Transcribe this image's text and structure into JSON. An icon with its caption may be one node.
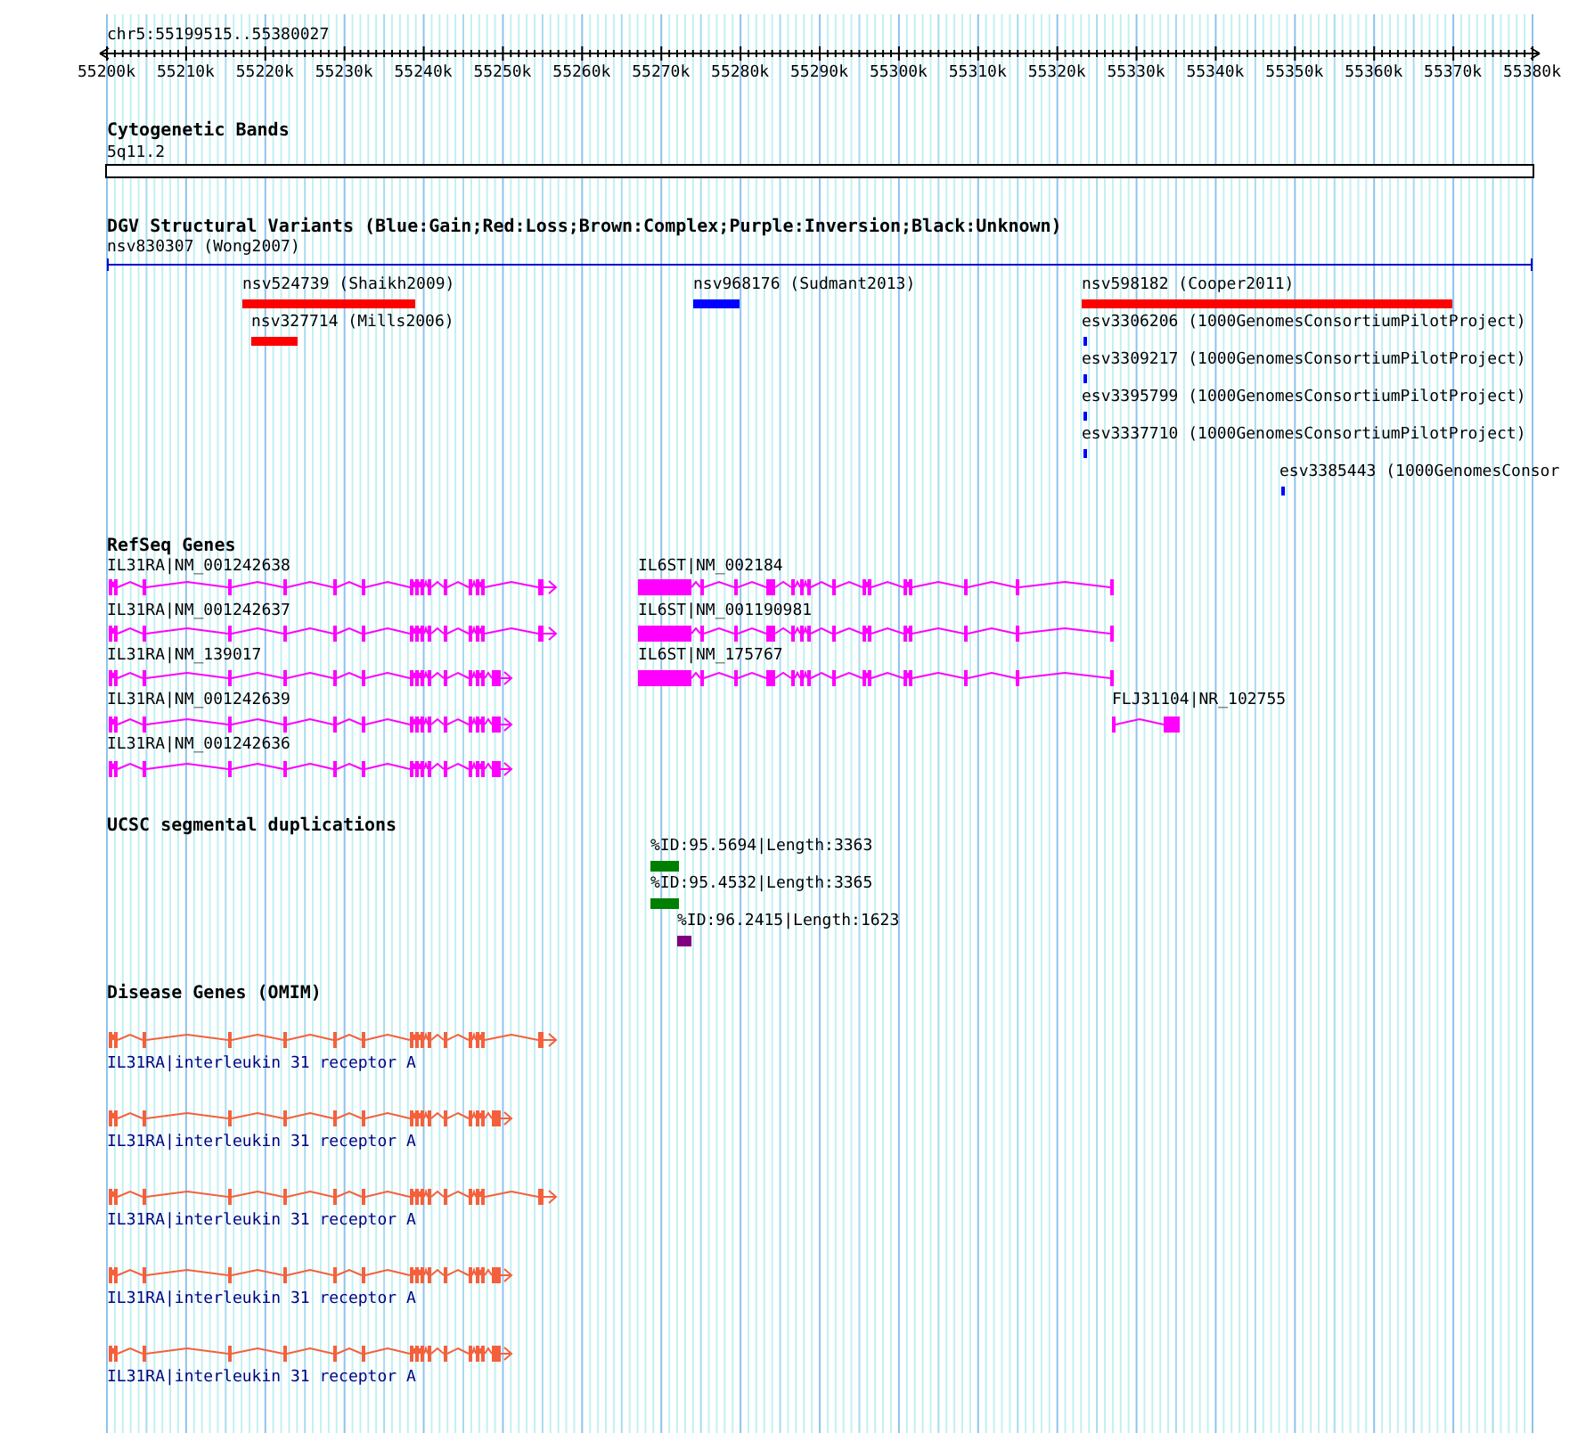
{
  "diagram": {
    "nodes": [
      {
        "text": [
          "nsv830307 (Wong2007)"
        ]
      },
      {
        "text": [
          "nsv524739 (Shaikh2009)"
        ]
      },
      {
        "text": [
          "nsv968176 (Sudmant2013)"
        ]
      },
      {
        "text": [
          "nsv598182 (Cooper2011)"
        ]
      },
      {
        "text": [
          "nsv327714 (Mills2006)"
        ]
      },
      {
        "text": [
          "esv3306206 (1000GenomesConsortiumPilotProject)"
        ]
      },
      {
        "text": [
          "esv3309217 (1000GenomesConsortiumPilotProject)"
        ]
      },
      {
        "text": [
          "esv3395799 (1000GenomesConsortiumPilotProject)"
        ]
      },
      {
        "text": [
          "esv3337710 (1000GenomesConsortiumPilotProject)"
        ]
      },
      {
        "text": [
          "esv3385443 (1000GenomesConsor"
        ]
      },
      {
        "text": [
          "IL31RA|NM_001242638"
        ]
      },
      {
        "text": [
          "IL6ST|NM_002184"
        ]
      },
      {
        "text": [
          "IL31RA|NM_001242637"
        ]
      },
      {
        "text": [
          "IL6ST|NM_001190981"
        ]
      },
      {
        "text": [
          "IL31RA|NM_139017"
        ]
      },
      {
        "text": [
          "IL6ST|NM_175767"
        ]
      },
      {
        "text": [
          "IL31RA|NM_001242639"
        ]
      },
      {
        "text": [
          "FLJ31104|NR_102755"
        ]
      },
      {
        "text": [
          "IL31RA|NM_001242636"
        ]
      },
      {
        "text": [
          "%ID:95.5694|Length:3363"
        ]
      },
      {
        "text": [
          "%ID:95.4532|Length:3365"
        ]
      },
      {
        "text": [
          "%ID:96.2415|Length:1623"
        ]
      },
      {
        "text": [
          "IL31RA|interleukin 31 receptor A"
        ]
      },
      {
        "text": [
          "IL31RA|interleukin 31 receptor A"
        ]
      },
      {
        "text": [
          "IL31RA|interleukin 31 receptor A"
        ]
      },
      {
        "text": [
          "IL31RA|interleukin 31 receptor A"
        ]
      },
      {
        "text": [
          "IL31RA|interleukin 31 receptor A"
        ]
      }
    ],
    "labels": [
      "chr5:55199515..55380027",
      "55200k",
      "55210k",
      "55220k",
      "55230k",
      "55240k",
      "55250k",
      "55260k",
      "55270k",
      "55280k",
      "55290k",
      "55300k",
      "55310k",
      "55320k",
      "55330k",
      "55340k",
      "55350k",
      "55360k",
      "55370k",
      "55380k",
      "Cytogenetic Bands",
      "5q11.2",
      "DGV Structural Variants (Blue:Gain;Red:Loss;Brown:Complex;Purple:Inversion;Black:Unknown)",
      "RefSeq Genes",
      "UCSC segmental duplications",
      "Disease Genes (OMIM)"
    ]
  }
}
